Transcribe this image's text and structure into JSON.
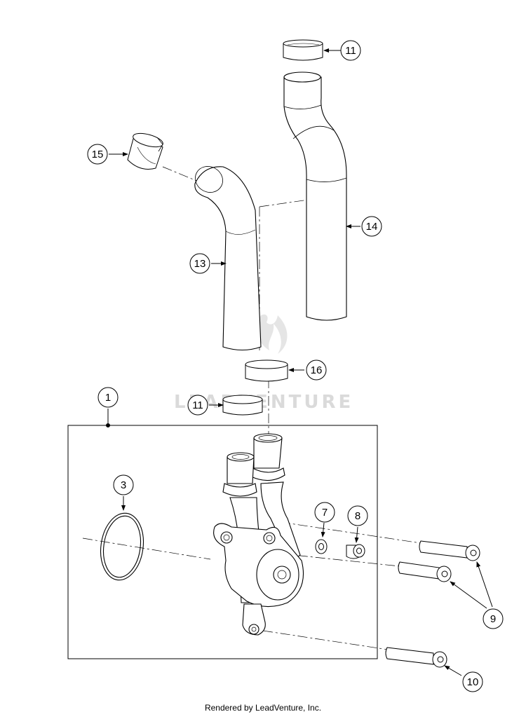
{
  "callouts": [
    {
      "id": "c11a",
      "label": "11"
    },
    {
      "id": "c15",
      "label": "15"
    },
    {
      "id": "c14",
      "label": "14"
    },
    {
      "id": "c13",
      "label": "13"
    },
    {
      "id": "c16",
      "label": "16"
    },
    {
      "id": "c1",
      "label": "1"
    },
    {
      "id": "c11b",
      "label": "11"
    },
    {
      "id": "c3",
      "label": "3"
    },
    {
      "id": "c7",
      "label": "7"
    },
    {
      "id": "c8",
      "label": "8"
    },
    {
      "id": "c9",
      "label": "9"
    },
    {
      "id": "c10",
      "label": "10"
    }
  ],
  "watermark": "LEADVENTURE",
  "footer": "Rendered by LeadVenture, Inc.",
  "colors": {
    "line": "#000000",
    "background": "#ffffff",
    "watermark": "#d6d6d6"
  }
}
